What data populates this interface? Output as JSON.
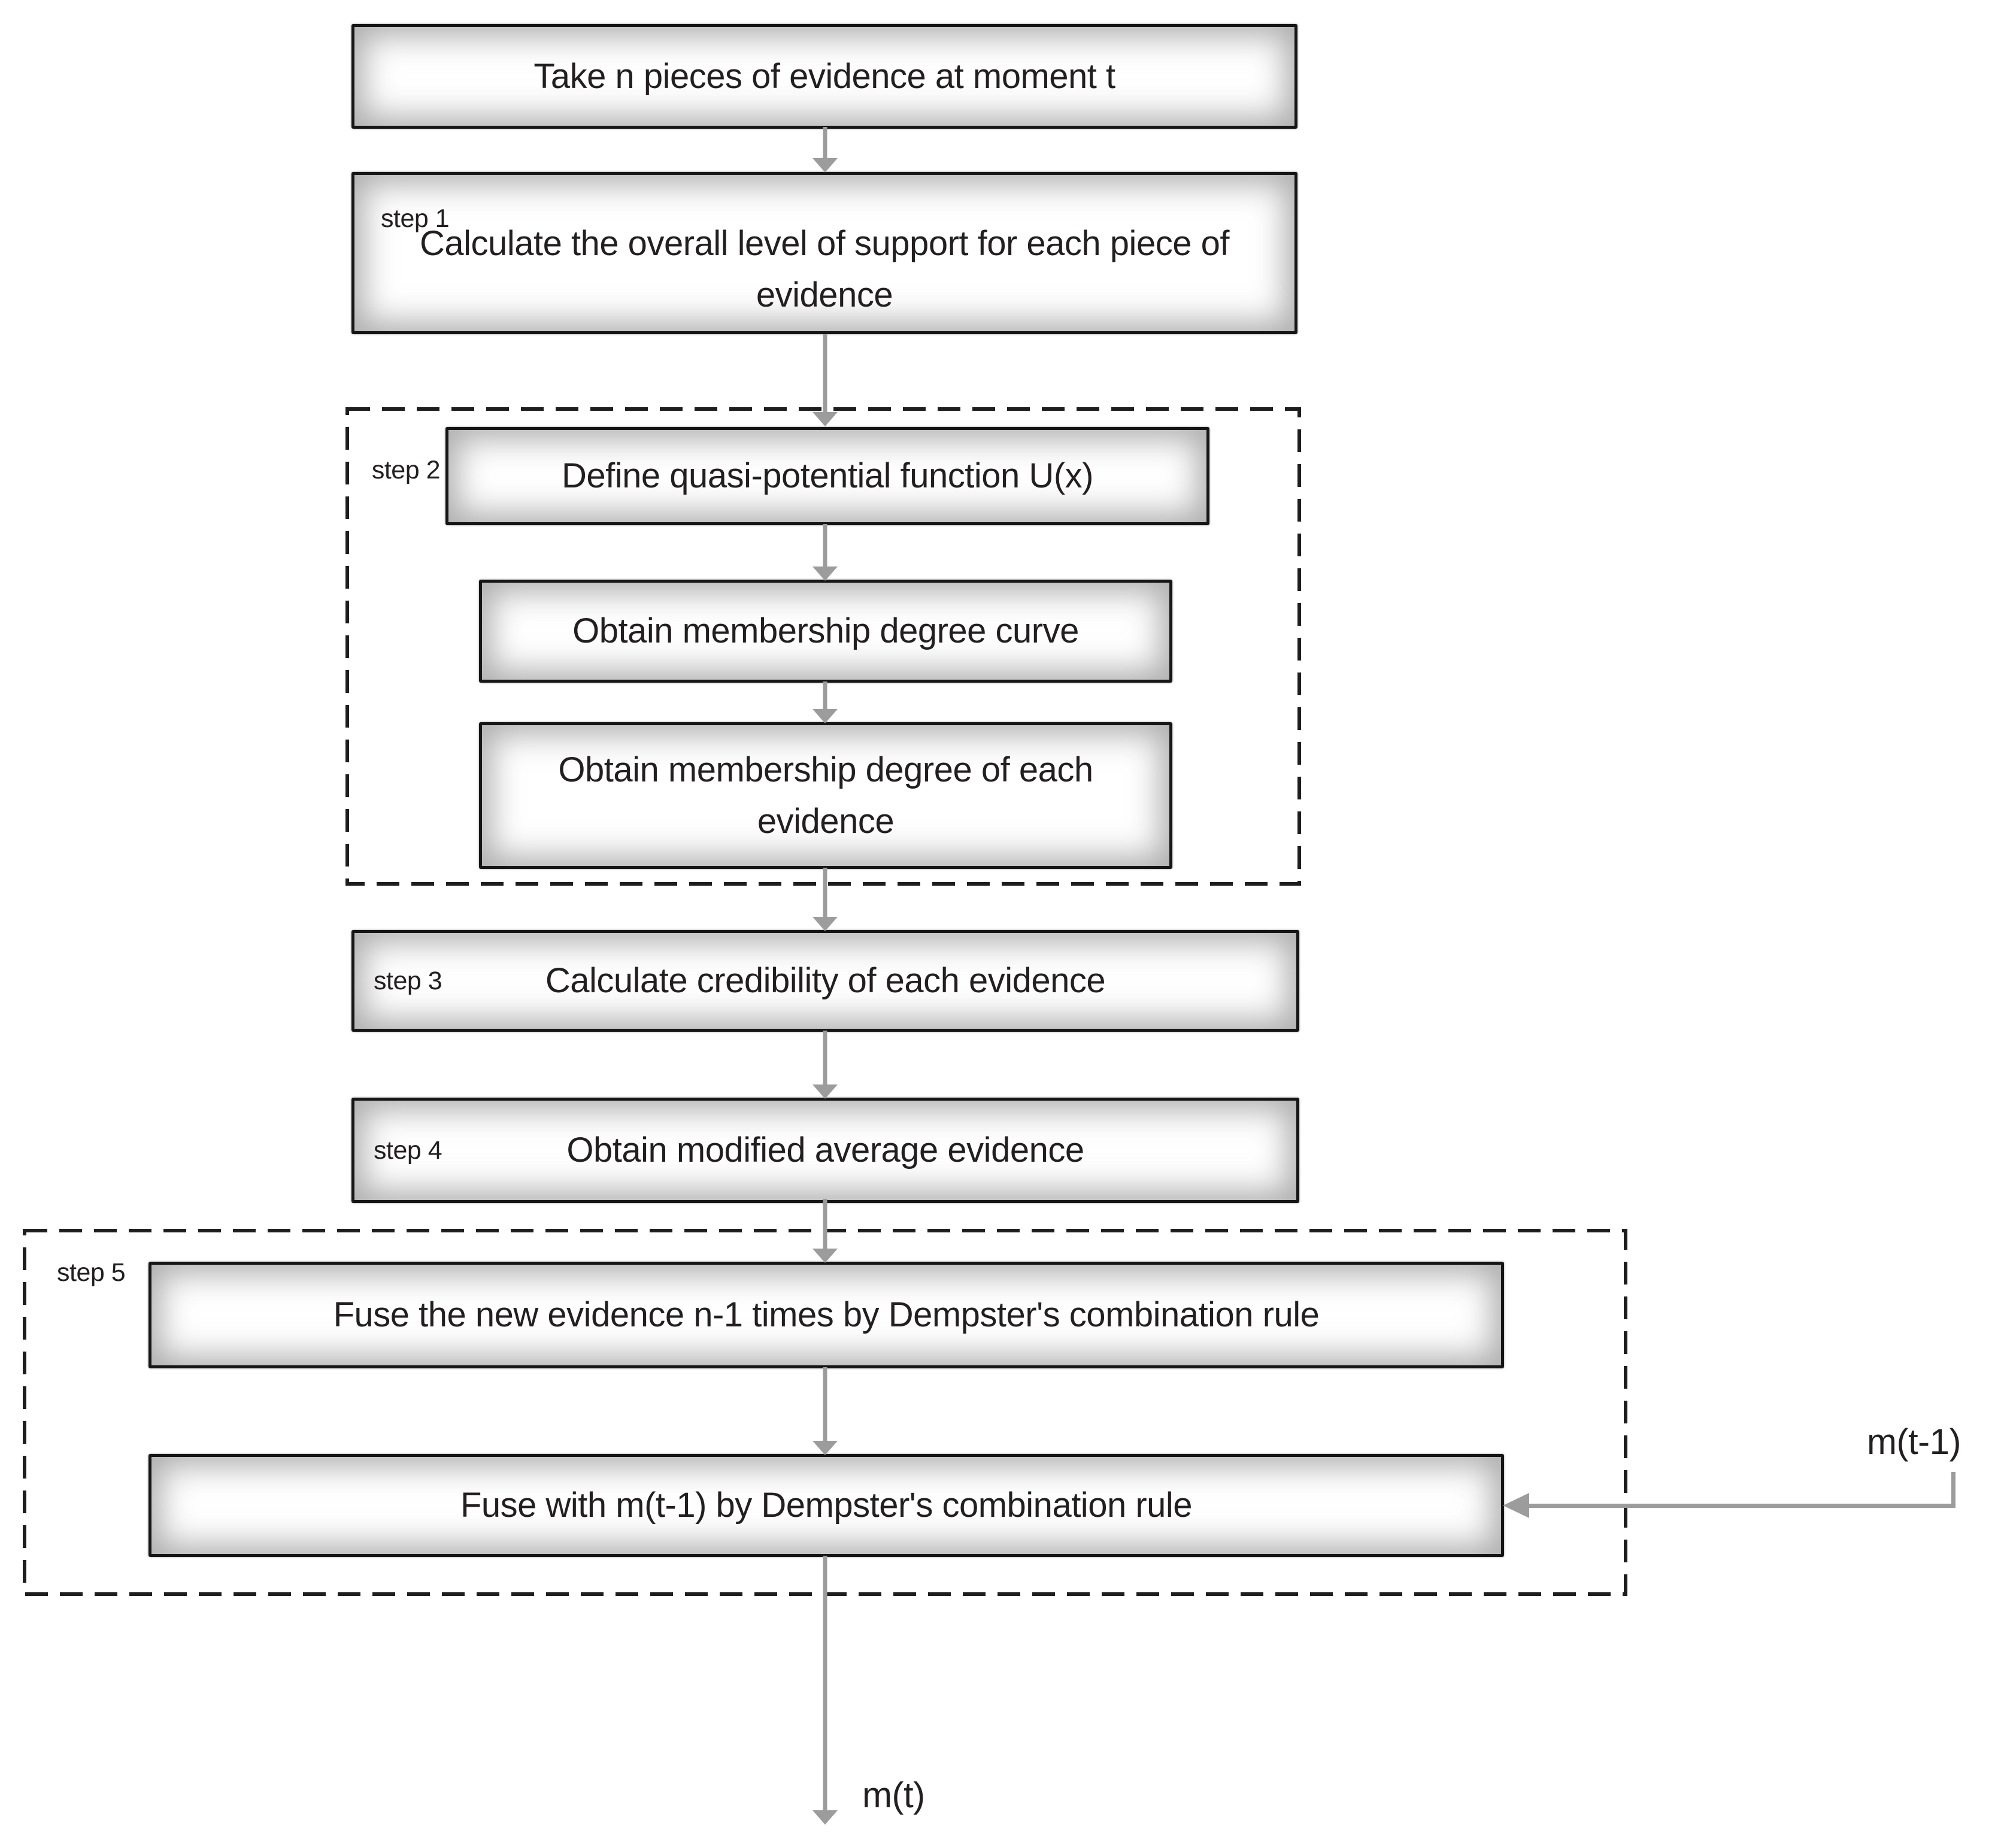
{
  "diagram": {
    "title_hint": "evidence fusion flowchart",
    "nodes": {
      "take": "Take n pieces of evidence at moment t",
      "step1": "Calculate the overall level of support for each piece of evidence",
      "define": "Define quasi-potential function U(x)",
      "curve": "Obtain membership degree curve",
      "degree": "Obtain membership degree of each evidence",
      "step3": "Calculate credibility of each evidence",
      "step4": "Obtain modified average evidence",
      "fuse_n1": "Fuse the new evidence n-1 times by Dempster's combination rule",
      "fuse_mt1": "Fuse with m(t-1) by Dempster's combination rule"
    },
    "step_labels": {
      "step1": "step 1",
      "step2": "step 2",
      "step3": "step 3",
      "step4": "step 4",
      "step5": "step 5"
    },
    "annotations": {
      "input": "m(t-1)",
      "output": "m(t)"
    },
    "colors": {
      "arrow": "#9c9c9c",
      "box_border": "#161616",
      "dash_border": "#1e1e1e",
      "text": "#231f20",
      "background": "#ffffff"
    }
  }
}
